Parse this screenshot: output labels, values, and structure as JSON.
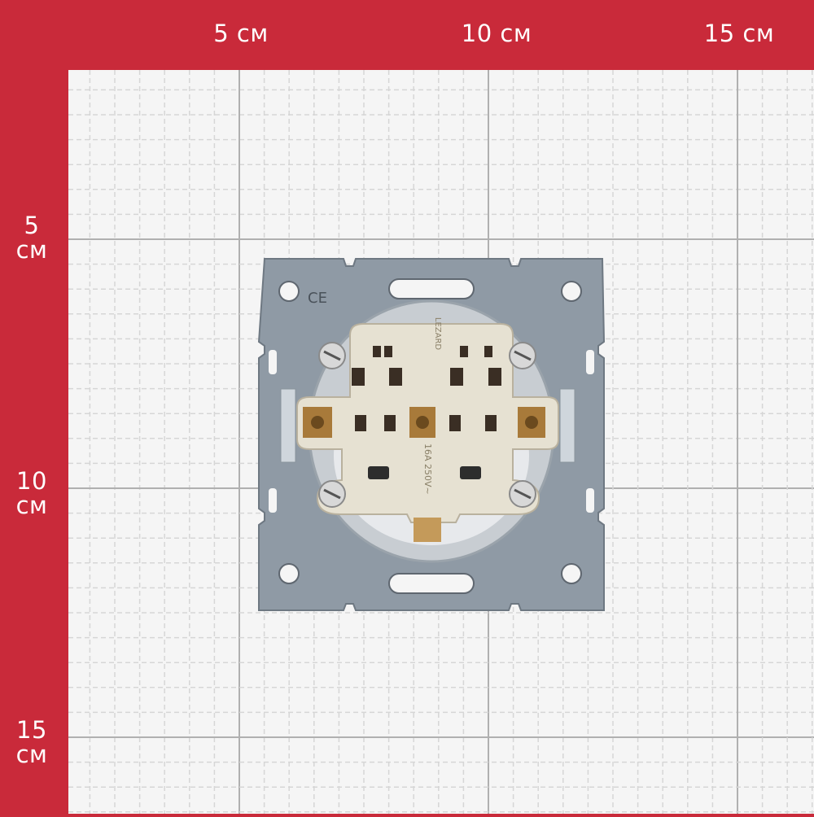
{
  "ruler": {
    "top_labels": [
      "5 см",
      "10 см",
      "15 см"
    ],
    "left_labels": [
      {
        "value": "5",
        "unit": "см"
      },
      {
        "value": "10",
        "unit": "см"
      },
      {
        "value": "15",
        "unit": "см"
      }
    ]
  },
  "product": {
    "markings": [
      "CE",
      "LEZARD",
      "16A 250V~"
    ]
  },
  "colors": {
    "frame_red": "#c92a3a",
    "grid_background": "#f5f5f5",
    "grid_minor": "#d9d9d9",
    "grid_major": "#b0b0b0",
    "metal_plate": "#8f9aa5",
    "socket_body": "#e6e1d2",
    "terminal_brass": "#a87a3a"
  }
}
